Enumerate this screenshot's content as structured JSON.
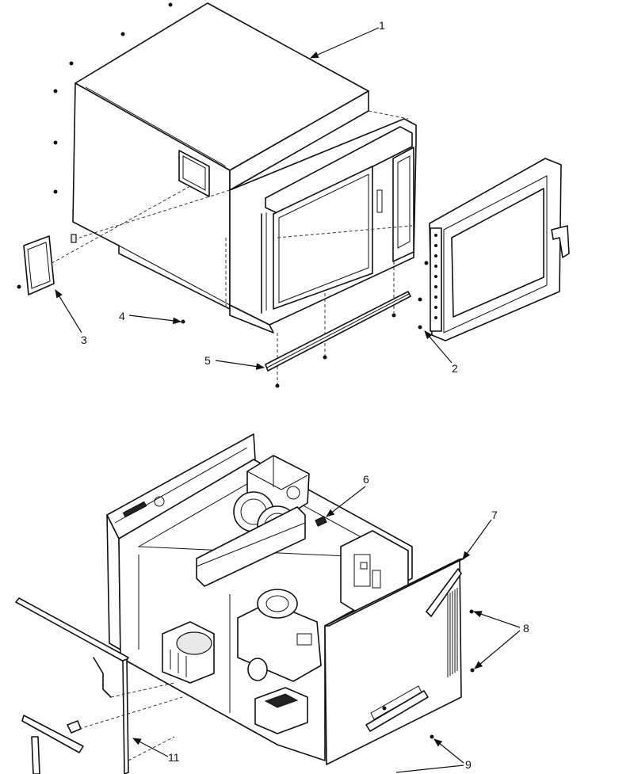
{
  "diagram": {
    "callouts": [
      {
        "id": "1",
        "label": "1"
      },
      {
        "id": "2",
        "label": "2"
      },
      {
        "id": "3",
        "label": "3"
      },
      {
        "id": "4",
        "label": "4"
      },
      {
        "id": "5",
        "label": "5"
      },
      {
        "id": "6",
        "label": "6"
      },
      {
        "id": "7",
        "label": "7"
      },
      {
        "id": "8",
        "label": "8"
      },
      {
        "id": "9",
        "label": "9"
      },
      {
        "id": "11",
        "label": "11"
      }
    ]
  }
}
